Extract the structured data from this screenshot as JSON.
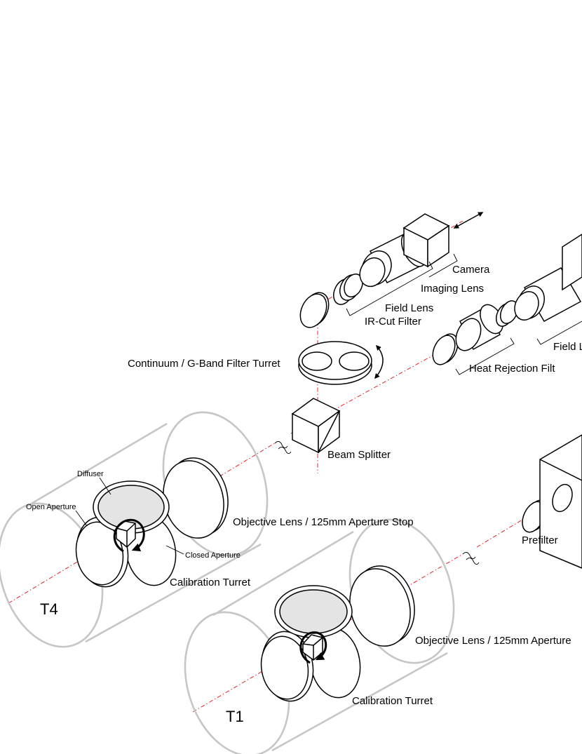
{
  "labels": {
    "camera": "Camera",
    "imaging_lens_top": "Imaging Lens",
    "field_lens_top": "Field Lens",
    "ir_cut_filter": "IR-Cut Filter",
    "filter_turret": "Continuum / G-Band Filter Turret",
    "field_lens_right": "Field L",
    "heat_rejection": "Heat Rejection Filt",
    "beam_splitter": "Beam Splitter",
    "diffuser": "Diffuser",
    "open_aperture": "Open Aperture",
    "closed_aperture": "Closed Aperture",
    "objective_t4": "Objective Lens / 125mm Aperture Stop",
    "calibration_t4": "Calibration Turret",
    "tube_t4": "T4",
    "prefilter": "Prefilter",
    "objective_t1": "Objective Lens / 125mm Aperture",
    "calibration_t1": "Calibration Turret",
    "tube_t1": "T1"
  },
  "colors": {
    "optical_axis": "#e0242a",
    "tube_outline": "#c6c6c6",
    "diffuser_fill": "#e4e4e4"
  }
}
